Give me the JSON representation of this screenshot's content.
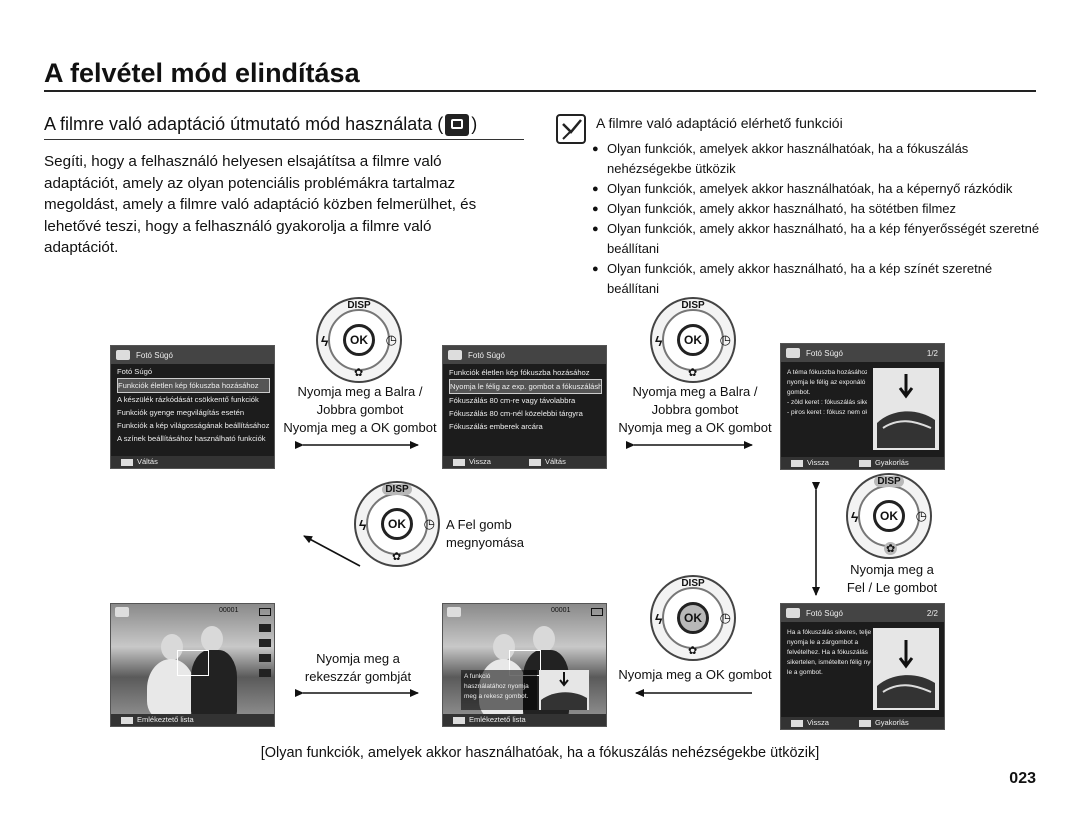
{
  "page": {
    "title": "A felvétel mód elindítása",
    "subheading": "A filmre való adaptáció útmutató mód használata (",
    "subheading_close": ")",
    "intro": "Segíti, hogy a felhasználó helyesen elsajátítsa a filmre való adaptációt, amely az olyan potenciális problémákra tartalmaz megoldást, amely a filmre való adaptáció közben felmerülhet, és lehetővé teszi, hogy a felhasználó gyakorolja a filmre való adaptációt.",
    "page_number": "023",
    "bottom_caption": "[Olyan funkciók, amelyek akkor használhatóak, ha a fókuszálás nehézségekbe ütközik]"
  },
  "note": {
    "title": "A filmre való adaptáció elérhető funkciói",
    "items": [
      "Olyan funkciók, amelyek akkor használhatóak, ha a fókuszálás nehézségekbe ütközik",
      "Olyan funkciók, amelyek akkor használhatóak, ha a képernyő rázkódik",
      "Olyan funkciók, amely akkor használható, ha sötétben filmez",
      "Olyan funkciók, amely akkor használható, ha a kép fényerősségét szeretné beállítani",
      "Olyan funkciók, amely akkor használható, ha a kép színét szeretné beállítani"
    ]
  },
  "dial": {
    "disp": "DISP",
    "ok": "OK"
  },
  "screens": {
    "s1": {
      "header": "Fotó Súgó",
      "rows": [
        "Fotó Súgó",
        "Funkciók életlen kép fókuszba hozásához",
        "A készülék rázkódását csökkentő funkciók",
        "Funkciók gyenge megvilágítás esetén",
        "Funkciók a kép világosságának beállításához",
        "A színek beállításához használható funkciók"
      ],
      "foot": "Váltás"
    },
    "s2": {
      "header": "Fotó Súgó",
      "rows": [
        "Funkciók életlen kép fókuszba hozásához",
        "Nyomja le félig az exp. gombot a fókuszáláshoz",
        "Fókuszálás 80 cm-re vagy távolabbra",
        "Fókuszálás 80 cm-nél közelebbi tárgyra",
        "Fókuszálás emberek arcára"
      ],
      "foot_left": "Vissza",
      "foot_right": "Váltás"
    },
    "s3": {
      "header": "Fotó Súgó",
      "page": "1/2",
      "rows": [
        "A téma fókuszba hozásához",
        "nyomja le félig az exponáló",
        "gombot.",
        "- zöld keret : fókuszálás sikeres",
        "- piros keret : fókusz nem ok"
      ],
      "foot_left": "Vissza",
      "foot_right": "Gyakorlás"
    },
    "s4": {
      "header": "Fotó Súgó",
      "page": "2/2",
      "rows": [
        "Ha a fókuszálás sikeres, teljesen",
        "nyomja le a zárgombot a",
        "felvételhez. Ha a fókuszálás",
        "sikertelen, ismételten félig nyomja",
        "le a gombot."
      ],
      "foot_left": "Vissza",
      "foot_right": "Gyakorlás"
    },
    "s5": {
      "foot": "Emlékeztető lista",
      "counter": "00001"
    },
    "s6": {
      "foot": "Emlékeztető lista",
      "counter": "00001",
      "overlay": [
        "A funkció",
        "használatához nyomja",
        "meg a rekesz gombot."
      ]
    }
  },
  "captions": {
    "c1": [
      "Nyomja meg a Balra /",
      "Jobbra gombot",
      "Nyomja meg a OK gombot"
    ],
    "c2": [
      "Nyomja meg a Balra /",
      "Jobbra gombot",
      "Nyomja meg a OK gombot"
    ],
    "c3": [
      "A Fel gomb",
      "megnyomása"
    ],
    "c4": [
      "Nyomja meg a",
      "Fel / Le  gombot"
    ],
    "c5": [
      "Nyomja meg a",
      "rekeszzár gombját"
    ],
    "c6": [
      "Nyomja meg a OK gombot"
    ]
  }
}
